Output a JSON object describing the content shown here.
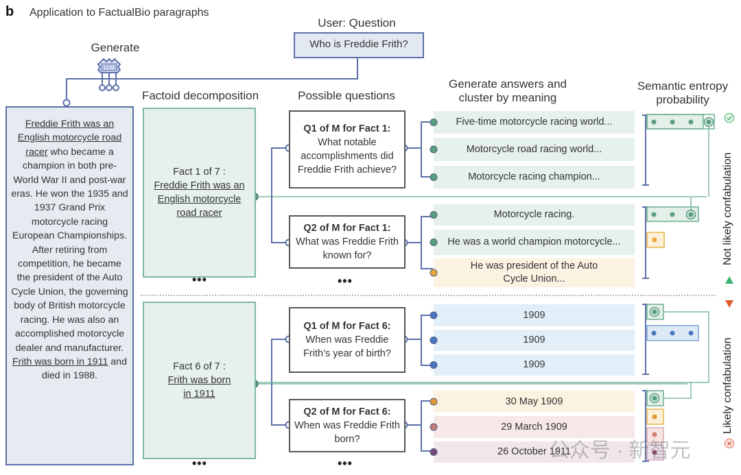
{
  "panel": {
    "letter": "b",
    "title": "Application to FactualBio paragraphs"
  },
  "generate": {
    "label": "Generate",
    "llm_icon_text": "LLM"
  },
  "user_question": {
    "label": "User: Question",
    "text": "Who is Freddie Frith?"
  },
  "column_headings": {
    "factoid": "Factoid decomposition",
    "questions": "Possible questions",
    "answers_line1": "Generate answers and",
    "answers_line2": "cluster by meaning",
    "entropy_line1": "Semantic entropy",
    "entropy_line2": "probability"
  },
  "bio": {
    "underlined_1": "Freddie Frith was an English motorcycle road racer",
    "text_1": " who became a champion in both pre-World War II and post-war eras. He won the 1935 and 1937 Grand Prix motorcycle racing European Championships. After retiring from competition, he became the president of the Auto Cycle Union, the governing body of British motorcycle racing. He was also an accomplished motorcycle dealer and manufacturer. ",
    "underlined_2": "Frith was born in 1911",
    "text_2": " and died in 1988."
  },
  "facts": [
    {
      "label": "Fact 1 of 7 :",
      "text": "Freddie Frith was an English motorcycle road racer",
      "questions": [
        {
          "title": "Q1 of M for Fact 1:",
          "text": "What notable accomplishments did Freddie Frith achieve?",
          "answers": [
            {
              "text": "Five-time motorcycle racing world...",
              "cluster": "green"
            },
            {
              "text": "Motorcycle road racing world...",
              "cluster": "green"
            },
            {
              "text": "Motorcycle racing champion...",
              "cluster": "green"
            }
          ]
        },
        {
          "title": "Q2 of M for Fact 1:",
          "text": "What was Freddie Frith known for?",
          "answers": [
            {
              "text": "Motorcycle racing.",
              "cluster": "green"
            },
            {
              "text": "He was a world champion motorcycle...",
              "cluster": "green"
            },
            {
              "text": "He was president of the Auto Cycle Union...",
              "cluster": "yellow"
            }
          ]
        }
      ],
      "verdict": "Not likely confabulation"
    },
    {
      "label": "Fact 6 of 7 :",
      "text": "Frith was born in 1911",
      "questions": [
        {
          "title": "Q1 of M for Fact 6:",
          "text": "When was Freddie Frith’s year of birth?",
          "answers": [
            {
              "text": "1909",
              "cluster": "blue"
            },
            {
              "text": "1909",
              "cluster": "blue"
            },
            {
              "text": "1909",
              "cluster": "blue"
            }
          ]
        },
        {
          "title": "Q2 of M for Fact 6:",
          "text": "When was Freddie Frith born?",
          "answers": [
            {
              "text": "30 May 1909",
              "cluster": "orange"
            },
            {
              "text": "29 March 1909",
              "cluster": "pink"
            },
            {
              "text": "26 October 1911",
              "cluster": "purple"
            }
          ]
        }
      ],
      "verdict": "Likely confabulation"
    }
  ],
  "ellipsis": "•••",
  "verdicts": {
    "not_likely": "Not likely confabulation",
    "likely": "Likely confabulation"
  },
  "colors": {
    "accent_blue": "#5b6fa8",
    "green": "#5a9e80",
    "green_bg": "#e6f0ec",
    "yellow": "#e8a93a",
    "yellow_bg": "#fbf2e1",
    "blue": "#4a76c0",
    "blue_bg": "#e2eff9",
    "orange": "#e39a35",
    "pink": "#c77a7a",
    "pink_bg": "#f7e8e8",
    "purple": "#7a4a7a",
    "purple_bg": "#f0e6ec",
    "up_arrow": "#3cb371",
    "down_arrow": "#e35a2b",
    "check": "#5fbf7f",
    "cross": "#e06a5a"
  },
  "watermark": "公众号 · 新智元"
}
